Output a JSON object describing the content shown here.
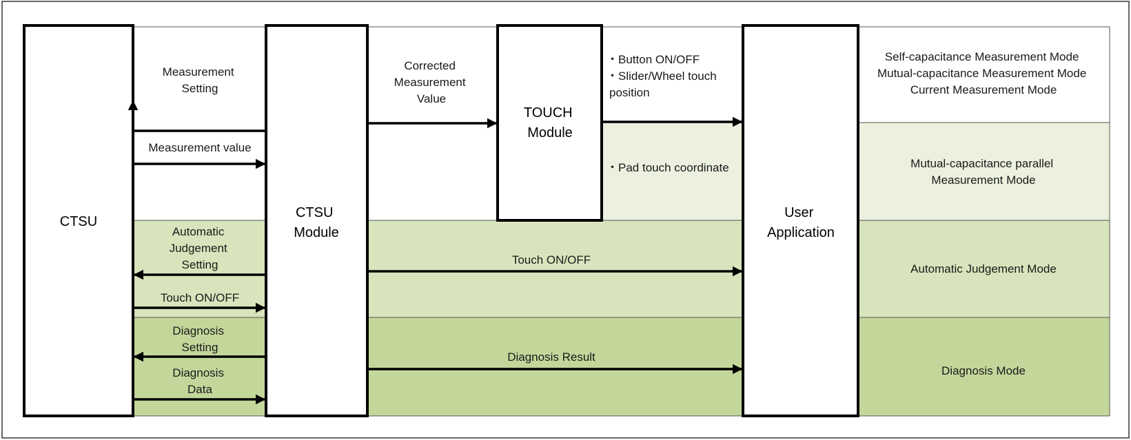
{
  "colors": {
    "band_white": "#ffffff",
    "band_light": "#ebf1de",
    "band_medium": "#d8e4bc",
    "band_dark": "#c4d79b",
    "line": "#000000"
  },
  "modules": {
    "ctsu": "CTSU",
    "ctsu_module": [
      "CTSU",
      "Module"
    ],
    "touch_module": [
      "TOUCH",
      "Module"
    ],
    "user_application": [
      "User",
      "Application"
    ]
  },
  "ctsu_side": {
    "measurement_setting": [
      "Measurement",
      "Setting"
    ],
    "measurement_value": "Measurement value",
    "automatic_judgement_setting": [
      "Automatic",
      "Judgement",
      "Setting"
    ],
    "touch_on_off": "Touch ON/OFF",
    "diagnosis_setting": [
      "Diagnosis",
      "Setting"
    ],
    "diagnosis_data": [
      "Diagnosis",
      "Data"
    ]
  },
  "middle": {
    "corrected_measurement_value": [
      "Corrected",
      "Measurement",
      "Value"
    ],
    "touch_on_off": "Touch ON/OFF",
    "diagnosis_result": "Diagnosis Result"
  },
  "touch_outputs": {
    "button_on_off": "・Button ON/OFF",
    "slider_wheel": [
      "・Slider/Wheel touch",
      "position"
    ],
    "pad_touch": "・Pad touch coordinate"
  },
  "modes": {
    "measurement_modes": [
      "Self-capacitance Measurement Mode",
      "Mutual-capacitance Measurement Mode",
      "Current Measurement Mode"
    ],
    "parallel_mode": [
      "Mutual-capacitance parallel",
      "Measurement Mode"
    ],
    "automatic_judgement_mode": "Automatic Judgement Mode",
    "diagnosis_mode": "Diagnosis Mode"
  }
}
